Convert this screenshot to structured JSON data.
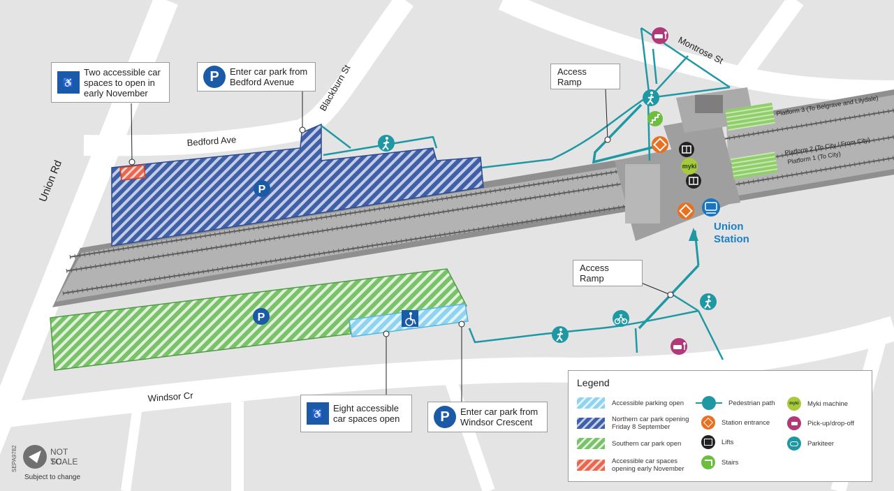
{
  "streets": {
    "union_rd": "Union Rd",
    "bedford_ave": "Bedford Ave",
    "blackburn_st": "Blackburn St",
    "montrose_st": "Montrose St",
    "windsor_cr": "Windsor Cr"
  },
  "station": {
    "name_line1": "Union",
    "name_line2": "Station"
  },
  "platforms": {
    "p3": "Platform 3 (To Belgrave and Lilydale)",
    "p2": "Platform 2 (To City / From City)",
    "p1": "Platform 1 (To City)"
  },
  "map_labels": {
    "access_ramp_north": "Access Ramp",
    "access_ramp_south": "Access Ramp",
    "parking_symbol": "P",
    "myki_symbol": "myki"
  },
  "callouts": {
    "accessible_north": "Two accessible car spaces to open in early November",
    "bedford_entry": "Enter car park from Bedford Avenue",
    "eight_accessible": "Eight accessible car spaces open",
    "windsor_entry": "Enter car park from Windsor Crescent"
  },
  "legend": {
    "title": "Legend",
    "items": [
      {
        "label": "Accessible parking open",
        "color": "#8fd3f0"
      },
      {
        "label": "Northern car park opening Friday 8 September",
        "color": "#3f5fa7"
      },
      {
        "label": "Southern car park open",
        "color": "#7ac26a"
      },
      {
        "label": "Accessible car spaces opening early November",
        "color": "#e8674f"
      }
    ],
    "icons": [
      {
        "label": "Pedestrian path",
        "icon": "pedestrian-icon",
        "color": "#1e98a3"
      },
      {
        "label": "Station entrance",
        "icon": "station-entrance-icon",
        "color": "#e8701f"
      },
      {
        "label": "Lifts",
        "icon": "lift-icon",
        "color": "#222222"
      },
      {
        "label": "Stairs",
        "icon": "stairs-icon",
        "color": "#6cbf3e"
      },
      {
        "label": "Myki machine",
        "icon": "myki-icon",
        "color": "#a7c93c"
      },
      {
        "label": "Pick-up/drop-off",
        "icon": "car-icon",
        "color": "#b03a78"
      },
      {
        "label": "Parkiteer",
        "icon": "bike-icon",
        "color": "#1e98a3"
      }
    ]
  },
  "scale": {
    "line1": "NOT TO",
    "line2": "SCALE",
    "note": "Subject to change"
  },
  "doc_code": "SEPA9782"
}
